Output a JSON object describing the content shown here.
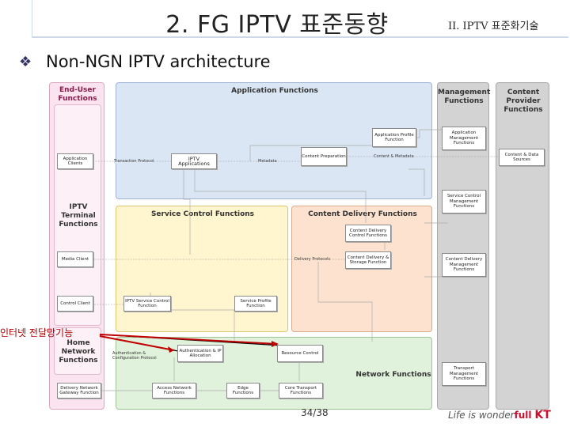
{
  "header": {
    "title": "2. FG IPTV 표준동향",
    "section_tag": "II. IPTV 표준화기술"
  },
  "subtitle": "Non-NGN IPTV architecture",
  "annotation": "인터넷 전달망기능",
  "footer": {
    "page": "34/38",
    "brand_prefix": "Life is wonder",
    "brand_strong": "full",
    "brand_logo": "KT"
  },
  "diagram": {
    "panels": {
      "end_user": "End-User Functions",
      "application": "Application Functions",
      "management": "Management Functions",
      "content_provider": "Content Provider Functions",
      "iptv_terminal": "IPTV Terminal Functions",
      "service_control": "Service Control Functions",
      "content_delivery": "Content Delivery Functions",
      "home_network": "Home Network Functions",
      "network": "Network Functions"
    },
    "boxes": {
      "application_clients": "Application Clients",
      "iptv_applications": "IPTV Applications",
      "application_profile": "Application Profile Function",
      "content_preparation": "Content Preparation",
      "app_mgmt": "Application Management Functions",
      "content_data_sources": "Content & Data Sources",
      "svc_ctrl_mgmt": "Service Control Management Functions",
      "cd_control": "Content Delivery Control Functions",
      "cd_storage": "Content Delivery & Storage Function",
      "cd_mgmt": "Content Delivery Management Functions",
      "media_client": "Media Client",
      "control_client": "Control Client",
      "iptv_service_control": "IPTV Service Control Function",
      "service_profile": "Service Profile Function",
      "auth_ip": "Authentication & IP Allocation",
      "resource_control": "Resource Control",
      "transport_mgmt": "Transport Management Functions",
      "delivery_gateway": "Delivery Network Gateway Function",
      "access_network": "Access Network Functions",
      "edge": "Edge Functions",
      "core_transport": "Core Transport Functions"
    },
    "links": {
      "transaction": "Transaction Protocol",
      "metadata": "Metadata",
      "content_metadata": "Content & Metadata",
      "delivery": "Delivery Protocols",
      "auth_config": "Authentication & Configuration Protocol"
    }
  }
}
